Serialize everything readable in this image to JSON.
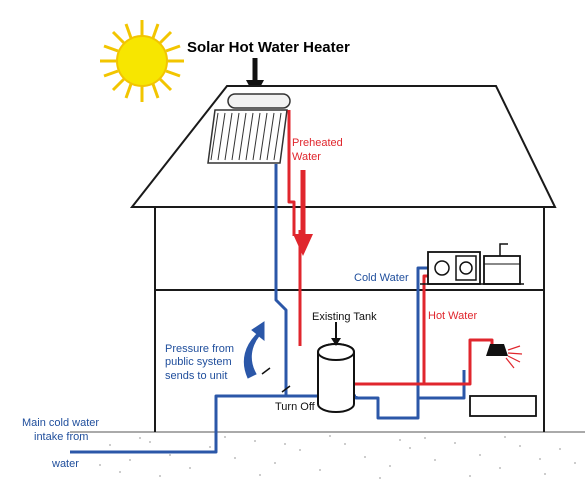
{
  "title": "Solar Hot Water Heater",
  "labels": {
    "preheated_line1": "Preheated",
    "preheated_line2": "Water",
    "cold_water": "Cold Water",
    "hot_water": "Hot Water",
    "existing_tank": "Existing Tank",
    "pressure_line1": "Pressure from",
    "pressure_line2": "public  system",
    "pressure_line3": "sends to unit",
    "turn_off": "Turn Off",
    "intake_line1": "Main cold water",
    "intake_line2": "intake from",
    "intake_line3": "water"
  },
  "colors": {
    "cold": "#2b57a8",
    "hot": "#e0262d",
    "sun": "#f7e600",
    "sun_rays": "#f2c500",
    "ground": "#cfcfcf"
  },
  "icons": [
    "sun-icon",
    "solar-collector-icon",
    "washing-machine-icon",
    "sink-icon",
    "shower-head-icon",
    "bathtub-icon",
    "valve-icon"
  ]
}
